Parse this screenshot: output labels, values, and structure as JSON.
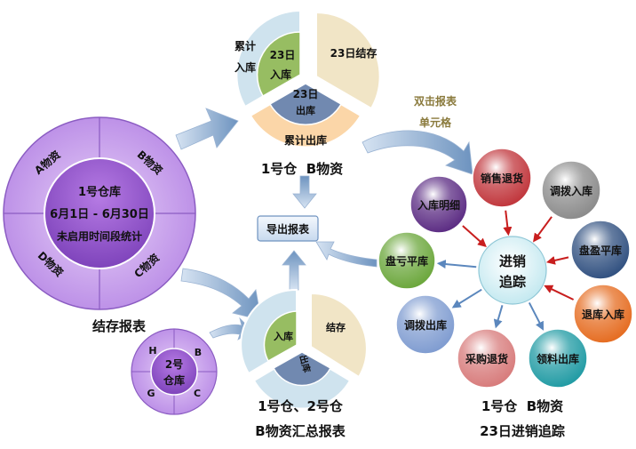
{
  "report_wheel": {
    "sectors": [
      "A物资",
      "B物资",
      "C物资",
      "D物资"
    ],
    "center_lines": [
      "1号仓库",
      "6月1日 - 6月30日",
      "未启用时间段统计"
    ],
    "caption": "结存报表"
  },
  "warehouse2_wheel": {
    "sectors": [
      "H",
      "B",
      "C",
      "G"
    ],
    "center_lines": [
      "2号",
      "仓库"
    ]
  },
  "pie_top": {
    "seg_cum_in": [
      "累计",
      "入库"
    ],
    "seg_23_in": [
      "23日",
      "入库"
    ],
    "seg_balance": "23日结存",
    "seg_23_out": [
      "23日",
      "出库"
    ],
    "seg_cum_out": "累计出库",
    "caption": "1号仓  B物资"
  },
  "pie_bottom": {
    "seg_in": "入库",
    "seg_balance": "结存",
    "seg_out": "出库",
    "caption_lines": [
      "1号仓、2号仓",
      "B物资汇总报表"
    ]
  },
  "export_button": "导出报表",
  "dblclick_note": [
    "双击报表",
    "单元格"
  ],
  "tracking": {
    "center": [
      "进销",
      "追踪"
    ],
    "nodes": [
      {
        "label": "入库明细",
        "color": "#5a2a82"
      },
      {
        "label": "销售退货",
        "color": "#c0343a"
      },
      {
        "label": "调拨入库",
        "color": "#8a8a8a"
      },
      {
        "label": "盘盈平库",
        "color": "#2f4f7f"
      },
      {
        "label": "退库入库",
        "color": "#e56b1f"
      },
      {
        "label": "领料出库",
        "color": "#1f9aa3"
      },
      {
        "label": "采购退货",
        "color": "#d77a7a"
      },
      {
        "label": "调拨出库",
        "color": "#7e9bd0"
      },
      {
        "label": "盘亏平库",
        "color": "#6aa63a"
      }
    ],
    "caption_lines": [
      "1号仓  B物资",
      "23日进销追踪"
    ]
  }
}
